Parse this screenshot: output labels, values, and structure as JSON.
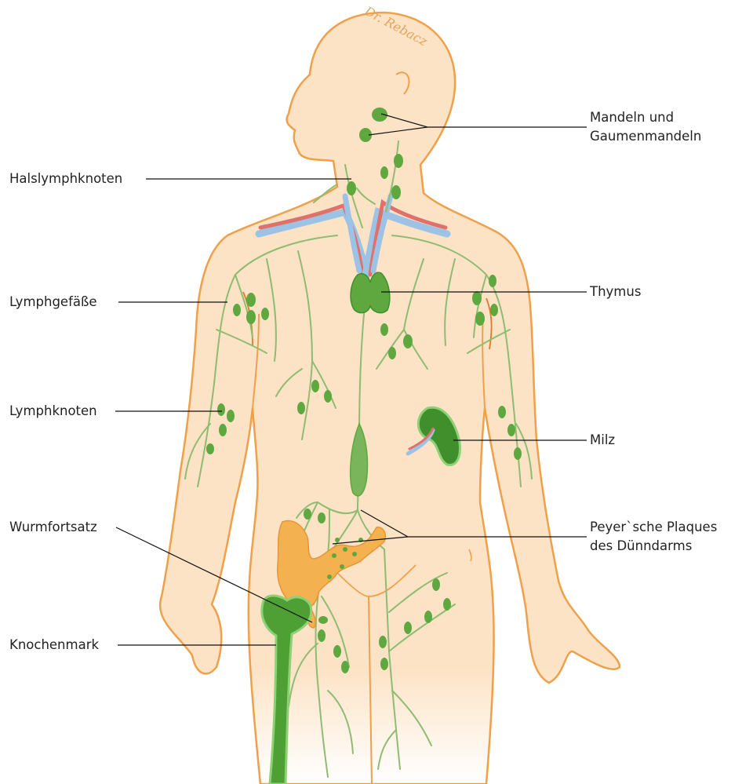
{
  "labels": {
    "mandeln": "Mandeln und",
    "gaumenmandeln": "Gaumenmandeln",
    "halslymphknoten": "Halslymphknoten",
    "thymus": "Thymus",
    "lymphgefaesse": "Lymphgefäße",
    "lymphknoten": "Lymphknoten",
    "milz": "Milz",
    "wurmfortsatz": "Wurmfortsatz",
    "peyer_line1": "Peyer`sche Plaques",
    "peyer_line2": "des Dünndarms",
    "knochenmark": "Knochenmark"
  },
  "signature": "Dr. Rebacz",
  "colors": {
    "skin": "#fde3c6",
    "outline": "#eea04a",
    "lymph": "#5ea83f",
    "lymph_dark": "#3f8f2d",
    "vessel_line": "#8fbb72",
    "artery": "#e0706a",
    "vein": "#9cc3e6",
    "intestine": "#f3b24f"
  }
}
